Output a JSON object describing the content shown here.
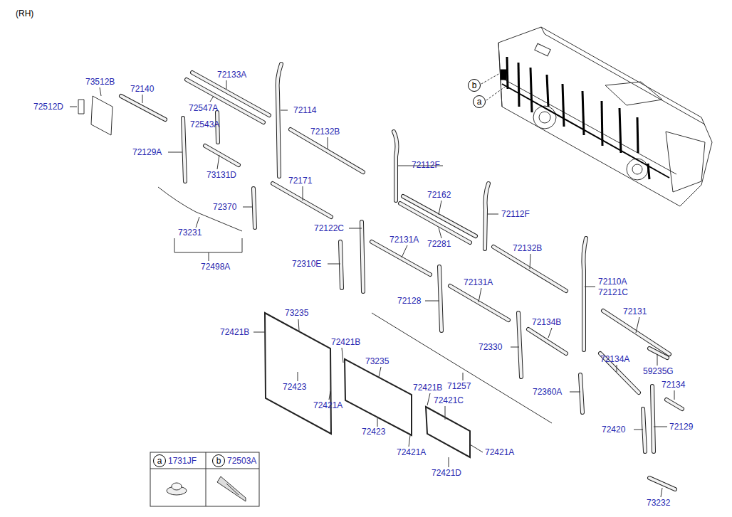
{
  "diagram": {
    "nodes": [
      {
        "text": [
          "b"
        ]
      },
      {
        "text": [
          "a"
        ]
      },
      {
        "text": [
          "a"
        ]
      },
      {
        "text": [
          "b"
        ]
      }
    ],
    "labels": [
      "(RH)",
      "73512B",
      "72140",
      "72512D",
      "72133A",
      "72547A",
      "72114",
      "72543A",
      "72132B",
      "72129A",
      "73131D",
      "72171",
      "72370",
      "72162",
      "72112F",
      "72112F",
      "72122C",
      "72131A",
      "72281",
      "73231",
      "72498A",
      "72310E",
      "72132B",
      "72110A",
      "72121C",
      "72128",
      "72131A",
      "72131",
      "73235",
      "72421B",
      "72421B",
      "72134B",
      "72330",
      "73235",
      "72423",
      "72421A",
      "71257",
      "72421B",
      "72421C",
      "72134A",
      "59235G",
      "72134",
      "72360A",
      "72423",
      "72421A",
      "72421A",
      "72421D",
      "72420",
      "72129",
      "73232",
      "1731JF",
      "72503A"
    ]
  }
}
